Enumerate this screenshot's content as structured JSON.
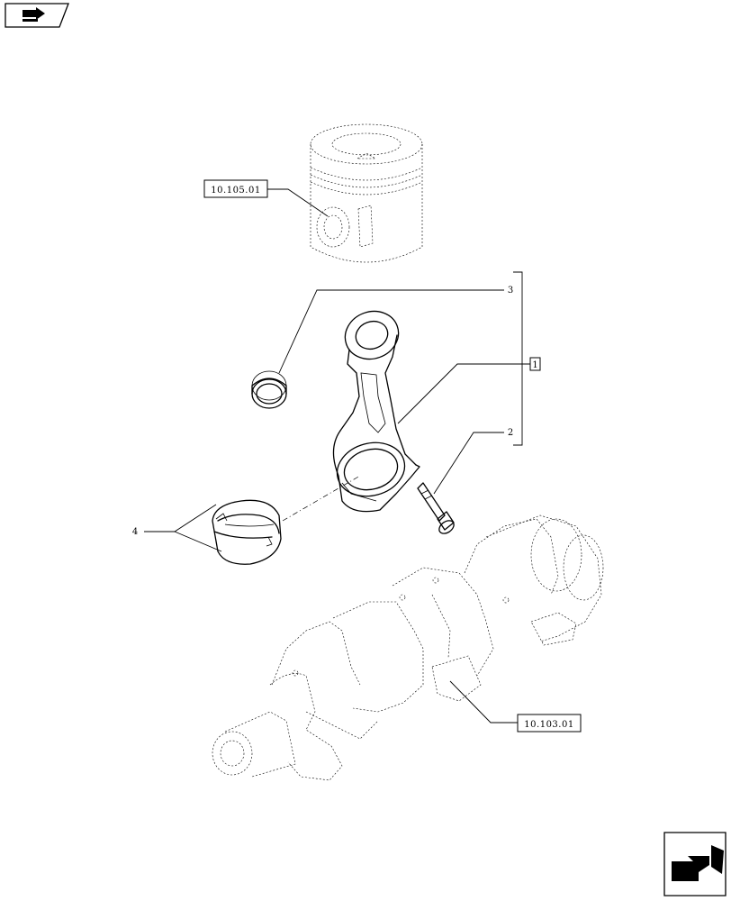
{
  "refs": {
    "piston": "10.105.01",
    "crankshaft": "10.103.01"
  },
  "callouts": {
    "kit": "1",
    "bolt": "2",
    "bushing": "3",
    "bearing": "4"
  }
}
